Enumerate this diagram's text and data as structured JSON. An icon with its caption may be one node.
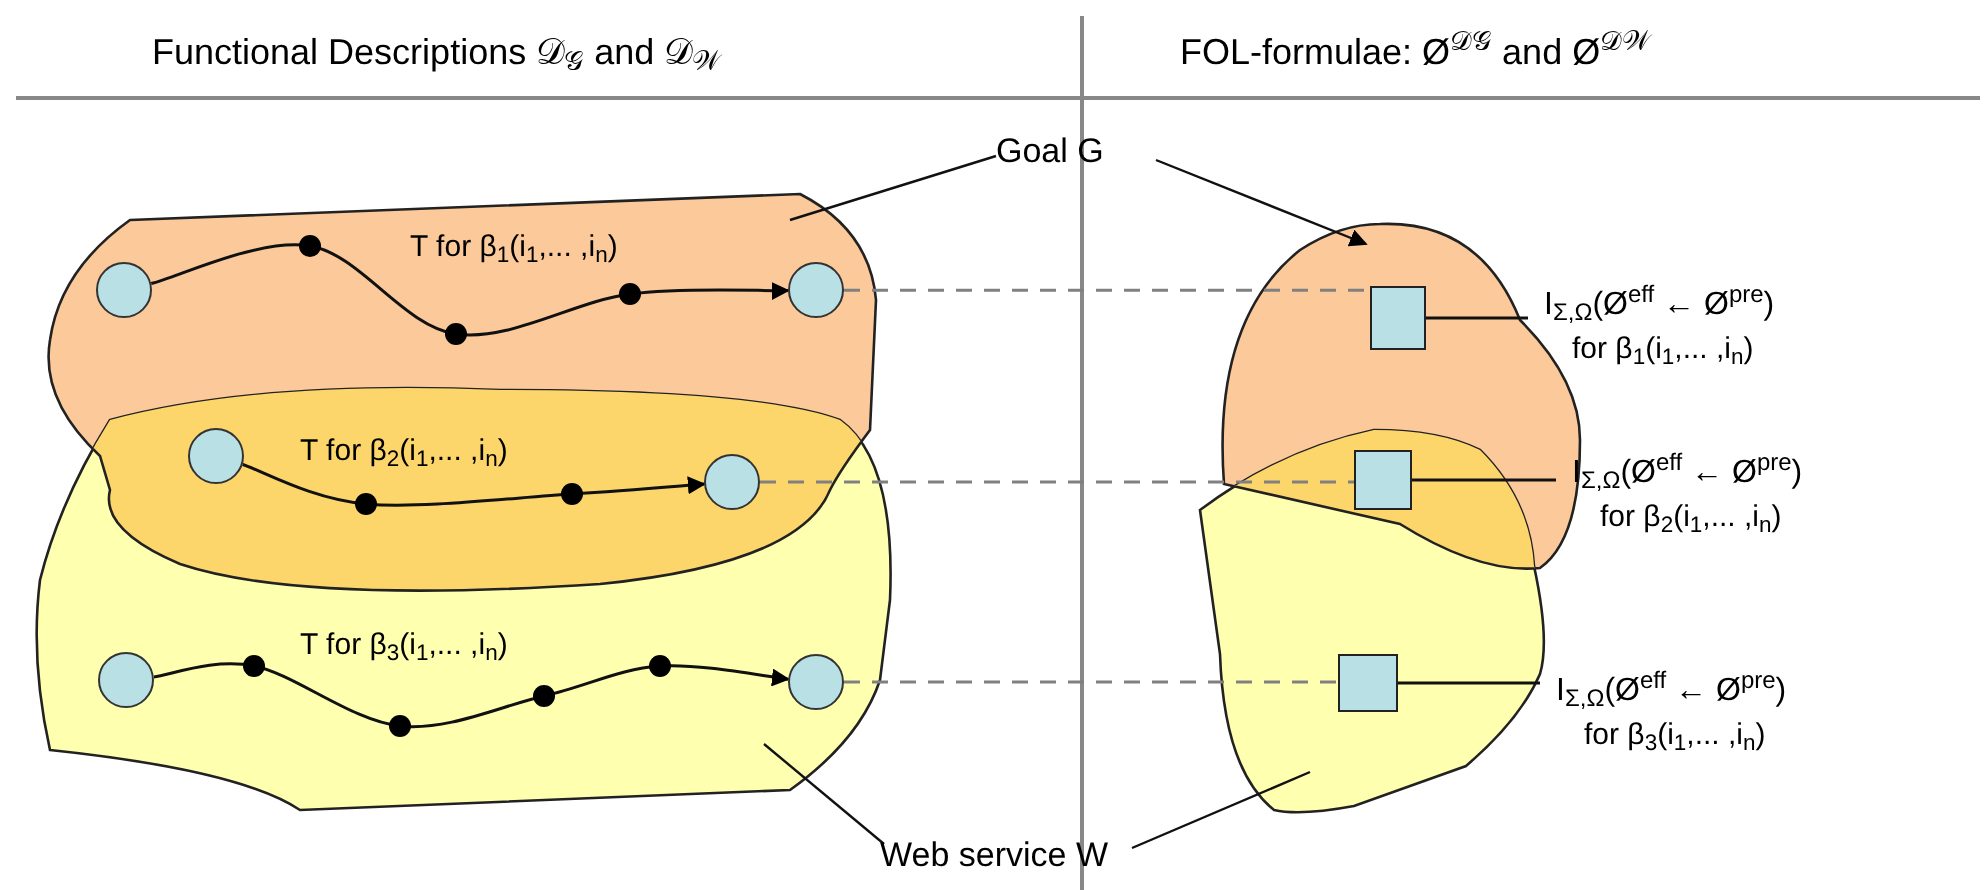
{
  "diagram": {
    "nodes": [
      {
        "text": [
          "Goal G"
        ]
      },
      {
        "text": [
          "Web service W"
        ]
      },
      {
        "text": [],
        "shape": "cloud"
      },
      {
        "text": [],
        "shape": "cloud"
      },
      {
        "text": [],
        "shape": "cloud"
      },
      {
        "text": [],
        "shape": "cloud"
      },
      {
        "text": [],
        "shape": "circle",
        "in": 2
      },
      {
        "text": [],
        "shape": "circle",
        "in": 2
      },
      {
        "text": [],
        "shape": "circle"
      },
      {
        "text": [],
        "shape": "circle"
      },
      {
        "text": [],
        "shape": "circle",
        "in": 3
      },
      {
        "text": [],
        "shape": "circle",
        "in": 3
      },
      {
        "text": [],
        "shape": "box",
        "in": 4
      },
      {
        "text": [],
        "shape": "box"
      },
      {
        "text": [],
        "shape": "box",
        "in": 5
      },
      {
        "text": [
          "I$_{Σ,Ω}$(Ø$^{eff}$ ← Ø$^{pre}$)",
          "for β$_{1}$(i$_{1}$,... ,i$_{n}$)"
        ]
      },
      {
        "text": [
          "I$_{Σ,Ω}$(Ø$^{eff}$ ← Ø$^{pre}$)",
          "for β$_{2}$(i$_{1}$,... ,i$_{n}$)"
        ]
      },
      {
        "text": [
          "I$_{Σ,Ω}$(Ø$^{eff}$ ← Ø$^{pre}$)",
          "for β$_{3}$(i$_{1}$,... ,i$_{n}$)"
        ]
      }
    ],
    "edges": [
      {
        "from": 0,
        "to": 2,
        "arrow": "none"
      },
      {
        "from": 0,
        "to": 4,
        "arrow": "to"
      },
      {
        "from": 1,
        "to": 3,
        "arrow": "none"
      },
      {
        "from": 1,
        "to": 5,
        "arrow": "none"
      },
      {
        "from": 6,
        "to": 7,
        "arrow": "to",
        "label": "T for β$_{1}$(i$_{1}$,... ,i$_{n}$)"
      },
      {
        "from": 8,
        "to": 9,
        "arrow": "to",
        "label": "T for β$_{2}$(i$_{1}$,... ,i$_{n}$)"
      },
      {
        "from": 10,
        "to": 11,
        "arrow": "to",
        "label": "T for β$_{3}$(i$_{1}$,... ,i$_{n}$)"
      },
      {
        "from": 7,
        "to": 12,
        "arrow": "none",
        "style": "dashed",
        "color": "#808080"
      },
      {
        "from": 9,
        "to": 13,
        "arrow": "none",
        "style": "dashed",
        "color": "#808080"
      },
      {
        "from": 11,
        "to": 14,
        "arrow": "none",
        "style": "dashed",
        "color": "#808080"
      },
      {
        "from": 12,
        "to": 15,
        "arrow": "none"
      },
      {
        "from": 13,
        "to": 16,
        "arrow": "none"
      },
      {
        "from": 14,
        "to": 17,
        "arrow": "none"
      }
    ],
    "labels": [
      "Functional Descriptions 𝒟$_{𝒢}$ and 𝒟$_{𝒲}$",
      "FOL-formulae: Ø$^{𝒟𝒢}$ and Ø$^{𝒟𝒲}$"
    ]
  }
}
